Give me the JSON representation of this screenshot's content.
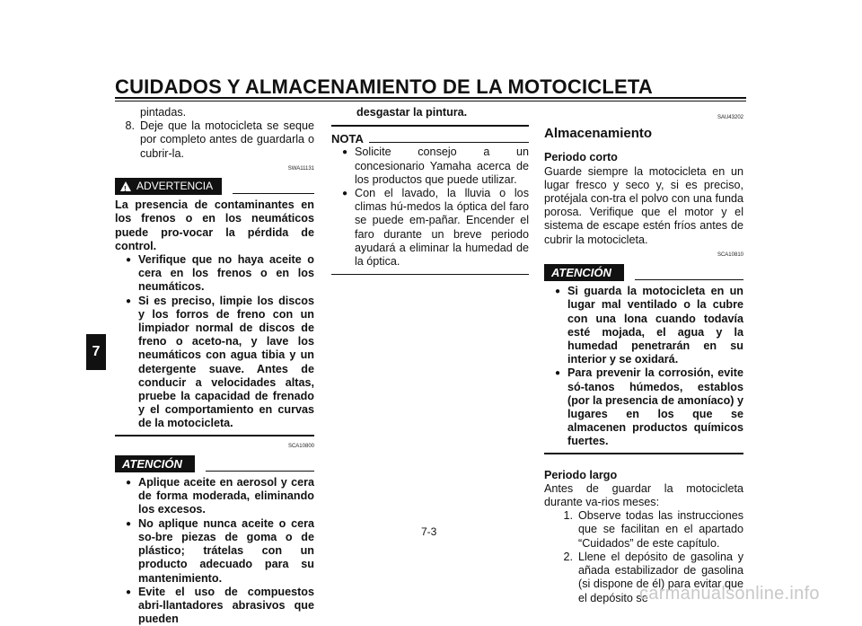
{
  "header": {
    "title": "CUIDADOS Y ALMACENAMIENTO DE LA MOTOCICLETA",
    "chapter_tab": "7"
  },
  "col1": {
    "cont": "pintadas.",
    "item8_num": "8.",
    "item8_text": "Deje que la motocicleta se seque por completo antes de guardarla o cubrir-la.",
    "warning_code": "SWA11131",
    "warning_label": "ADVERTENCIA",
    "warning_intro": "La presencia de contaminantes en los frenos o en los neumáticos puede pro-vocar la pérdida de control.",
    "warning_bullets": [
      "Verifique que no haya aceite o cera en los frenos o en los neumáticos.",
      "Si es preciso, limpie los discos y los forros de freno con un limpiador normal de discos de freno o aceto-na, y lave los neumáticos con agua tibia y un detergente suave. Antes de conducir a velocidades altas, pruebe la capacidad de frenado y el comportamiento en curvas de la motocicleta."
    ],
    "caution_code": "SCA10800",
    "caution_label": "ATENCIÓN",
    "caution_bullets": [
      "Aplique aceite en aerosol y cera de forma moderada, eliminando los excesos.",
      "No aplique nunca aceite o cera so-bre piezas de goma o de plástico; trátelas con un producto adecuado para su mantenimiento.",
      "Evite el uso de compuestos abri-llantadores abrasivos que pueden"
    ]
  },
  "col2": {
    "cont": "desgastar la pintura.",
    "note_label": "NOTA",
    "note_bullets": [
      "Solicite consejo a un concesionario Yamaha acerca de los productos que puede utilizar.",
      "Con el lavado, la lluvia o los climas hú-medos la óptica del faro se puede em-pañar. Encender el faro durante un breve periodo ayudará a eliminar la humedad de la óptica."
    ]
  },
  "col3": {
    "section_code": "SAU43202",
    "section_title": "Almacenamiento",
    "short_title": "Periodo corto",
    "short_text": "Guarde siempre la motocicleta en un lugar fresco y seco y, si es preciso, protéjala con-tra el polvo con una funda porosa. Verifique que el motor y el sistema de escape estén fríos antes de cubrir la motocicleta.",
    "caution_code": "SCA10810",
    "caution_label": "ATENCIÓN",
    "caution_bullets": [
      "Si guarda la motocicleta en un lugar mal ventilado o la cubre con una lona cuando todavía esté mojada, el agua y la humedad penetrarán en su interior y se oxidará.",
      "Para prevenir la corrosión, evite só-tanos húmedos, establos (por la presencia de amoníaco) y lugares en los que se almacenen productos químicos fuertes."
    ],
    "long_title": "Periodo largo",
    "long_intro": "Antes de guardar la motocicleta durante va-rios meses:",
    "long_items": [
      {
        "num": "1.",
        "text": "Observe todas las instrucciones que se facilitan en el apartado “Cuidados” de este capítulo."
      },
      {
        "num": "2.",
        "text": "Llene el depósito de gasolina y añada estabilizador de gasolina (si dispone de él) para evitar que el depósito se"
      }
    ]
  },
  "footer": {
    "page_number": "7-3",
    "watermark": "carmanualsonline.info"
  }
}
